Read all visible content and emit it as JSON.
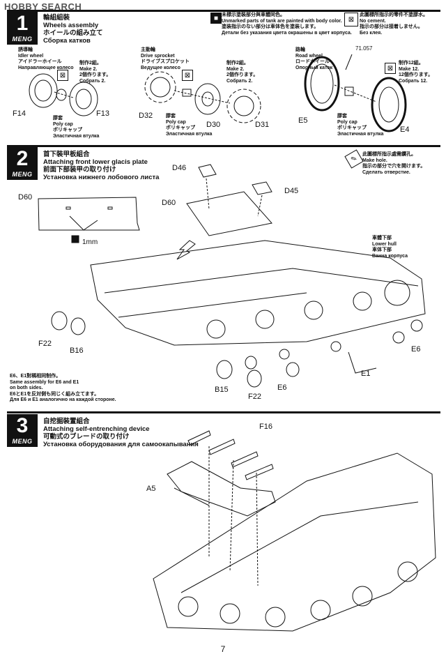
{
  "watermark": "HOBBY SEARCH",
  "brand": "MENG",
  "page_number": "7",
  "step1": {
    "number": "1",
    "title_zh": "輪組組裝",
    "title_en": "Wheels assembly",
    "title_ja": "ホイールの組み立て",
    "title_ru": "Сборка катков",
    "note_paint_zh": "未標示塗裝部分與車體同色。",
    "note_paint_en": "Unmarked parts of tank are painted with body color.",
    "note_paint_ja": "塗装指示のない部分は車体色を塗装します。",
    "note_paint_ru": "Детали без указания цвета окрашены в цвет корпуса.",
    "note_cement_zh": "此圖標所指示的零件不塗膠水。",
    "note_cement_en": "No cement.",
    "note_cement_ja": "指示の部分は接着しません。",
    "note_cement_ru": "Без клея.",
    "idler": {
      "zh": "誘導輪",
      "en": "Idler wheel",
      "ja": "アイドラーホイール",
      "ru": "Направляющее колесо"
    },
    "sprocket": {
      "zh": "主動輪",
      "en": "Drive sprocket",
      "ja": "ドライブスプロケット",
      "ru": "Ведущее колесо"
    },
    "road": {
      "zh": "路輪",
      "en": "Road wheel",
      "ja": "ロードホイール",
      "ru": "Опорный каток"
    },
    "make2": {
      "zh": "制作2組。",
      "en": "Make 2.",
      "ja": "2個作ります。",
      "ru": "Собрать 2."
    },
    "make12": {
      "zh": "制作12組。",
      "en": "Make 12.",
      "ja": "12個作ります。",
      "ru": "Собрать 12."
    },
    "polycap": {
      "zh": "膠套",
      "en": "Poly cap",
      "ja": "ポリキャップ",
      "ru": "Эластичная втулка"
    },
    "paint_code": "71.057",
    "parts": [
      "F14",
      "F13",
      "D32",
      "D30",
      "D31",
      "E5",
      "E4"
    ]
  },
  "step2": {
    "number": "2",
    "title_zh": "首下裝甲板組合",
    "title_en": "Attaching front lower glacis plate",
    "title_ja": "前面下部装甲の取り付け",
    "title_ru": "Установка нижнего лобового листа",
    "note_hole_zh": "此圖標所指示處需鑽孔。",
    "note_hole_en": "Make hole.",
    "note_hole_ja": "指示の部分で穴を開けます。",
    "note_hole_ru": "Сделать отверстие.",
    "hull": {
      "zh": "車體下部",
      "en": "Lower hull",
      "ja": "車体下部",
      "ru": "Ванна корпуса"
    },
    "hole_size": "1mm",
    "same_zh": "E6、E1對稱相同制作。",
    "same_en": "Same assembly for E6 and E1",
    "same_en2": "on both sides.",
    "same_ja": "E6とE1を反対側も同じく組み立てます。",
    "same_ru": "Для E6 и E1 аналогично на каждой стороне.",
    "parts": [
      "D46",
      "D45",
      "D60",
      "D60",
      "F22",
      "B16",
      "E6",
      "E1",
      "B15",
      "E6",
      "F22"
    ]
  },
  "step3": {
    "number": "3",
    "title_zh": "自挖掘裝置組合",
    "title_en": "Attaching self-entrenching device",
    "title_ja": "可動式のブレードの取り付け",
    "title_ru": "Установка оборудования для самоокапывания",
    "parts": [
      "F16",
      "A5"
    ]
  }
}
